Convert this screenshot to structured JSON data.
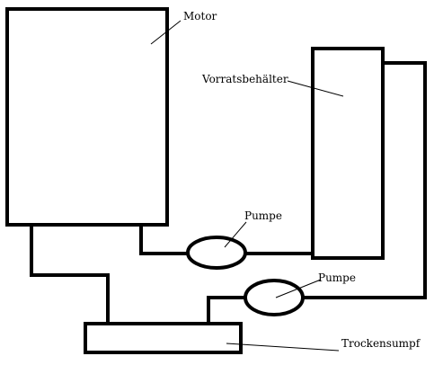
{
  "labels": {
    "motor": "Motor",
    "reservoir": "Vorratsbehälter",
    "pump_upper": "Pumpe",
    "pump_lower": "Pumpe",
    "dry_sump": "Trockensumpf"
  },
  "colors": {
    "stroke": "#000000",
    "background": "#ffffff"
  }
}
